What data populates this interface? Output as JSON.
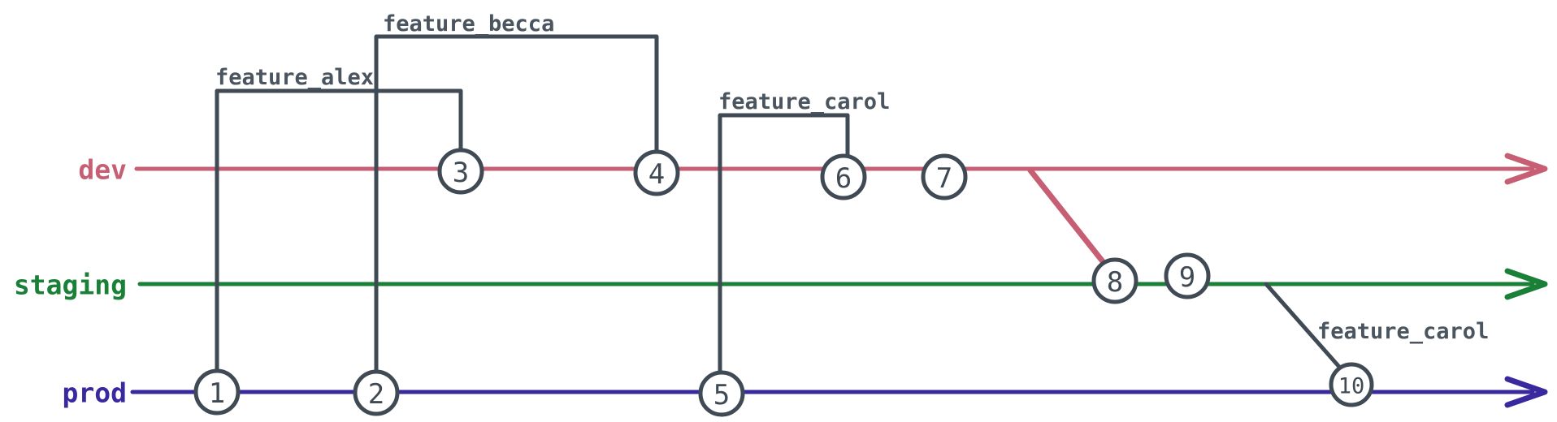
{
  "diagram": {
    "type": "git-branch-graph",
    "background_color": "#ffffff",
    "colors": {
      "ink": "#3f4a54",
      "feature_label_ink": "#4a555f",
      "commit_fill": "#ffffff",
      "dev": "#c75f74",
      "staging": "#1a8038",
      "prod": "#39299e"
    },
    "branches": [
      {
        "name": "dev",
        "color": "#c75f74"
      },
      {
        "name": "staging",
        "color": "#1a8038"
      },
      {
        "name": "prod",
        "color": "#39299e"
      }
    ],
    "commits": [
      {
        "label": "1",
        "branch": "prod"
      },
      {
        "label": "2",
        "branch": "prod"
      },
      {
        "label": "3",
        "branch": "dev"
      },
      {
        "label": "4",
        "branch": "dev"
      },
      {
        "label": "5",
        "branch": "prod"
      },
      {
        "label": "6",
        "branch": "dev"
      },
      {
        "label": "7",
        "branch": "dev"
      },
      {
        "label": "8",
        "branch": "staging"
      },
      {
        "label": "9",
        "branch": "staging"
      },
      {
        "label": "10",
        "branch": "prod"
      }
    ],
    "feature_links": [
      {
        "label": "feature_alex",
        "from_commit": "1",
        "from_branch": "prod",
        "to_commit": "3",
        "to_branch": "dev"
      },
      {
        "label": "feature_becca",
        "from_commit": "2",
        "from_branch": "prod",
        "to_commit": "4",
        "to_branch": "dev"
      },
      {
        "label": "feature_carol",
        "from_commit": "5",
        "from_branch": "prod",
        "to_commit": "6",
        "to_branch": "dev"
      },
      {
        "label": "feature_carol",
        "from_branch": "staging",
        "to_commit": "10",
        "to_branch": "prod"
      }
    ],
    "merges": [
      {
        "from_branch": "dev",
        "to_branch": "staging",
        "at_commit": "8"
      }
    ]
  }
}
